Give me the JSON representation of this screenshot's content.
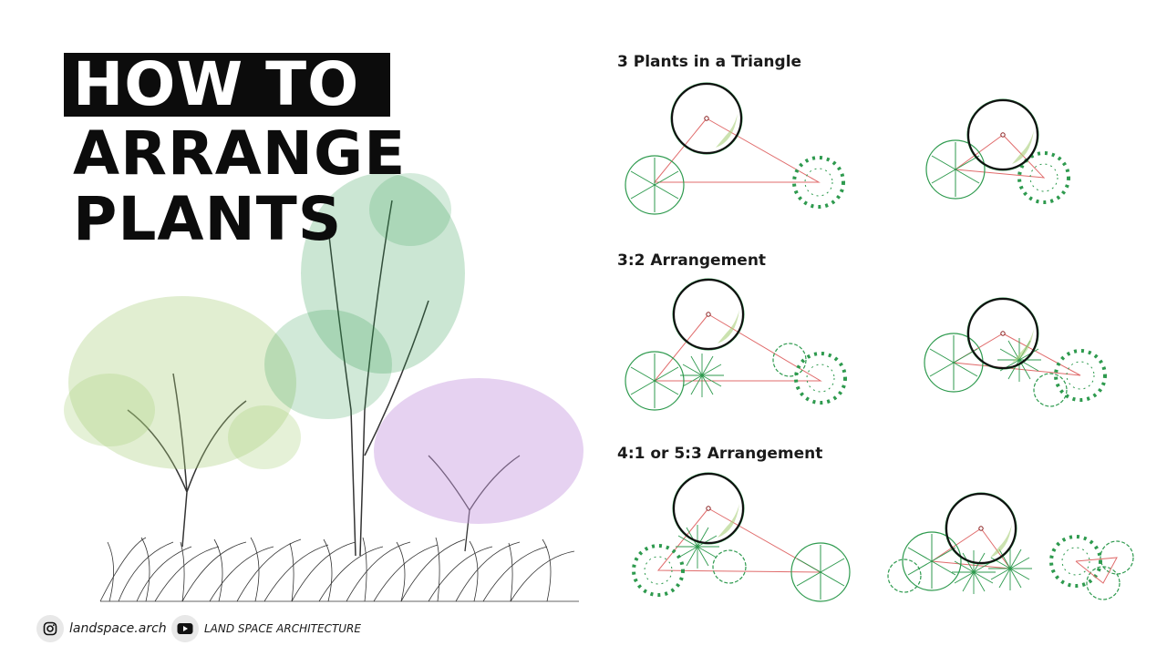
{
  "title": {
    "line1": "HOW TO",
    "line2": "ARRANGE",
    "line3": "PLANTS"
  },
  "sections": [
    {
      "label": "3 Plants in a Triangle"
    },
    {
      "label": "3:2 Arrangement"
    },
    {
      "label": "4:1 or 5:3 Arrangement"
    }
  ],
  "footer": {
    "instagram": {
      "icon": "instagram-icon",
      "text": "landspace.arch"
    },
    "youtube": {
      "icon": "youtube-icon",
      "text": "LAND SPACE ARCHITECTURE"
    }
  },
  "colors": {
    "plant_green": "#2e9a4e",
    "light_green": "#a9cf7a",
    "lilac": "#c89be0",
    "guide_line": "#e06b6b",
    "outline": "#111111"
  }
}
